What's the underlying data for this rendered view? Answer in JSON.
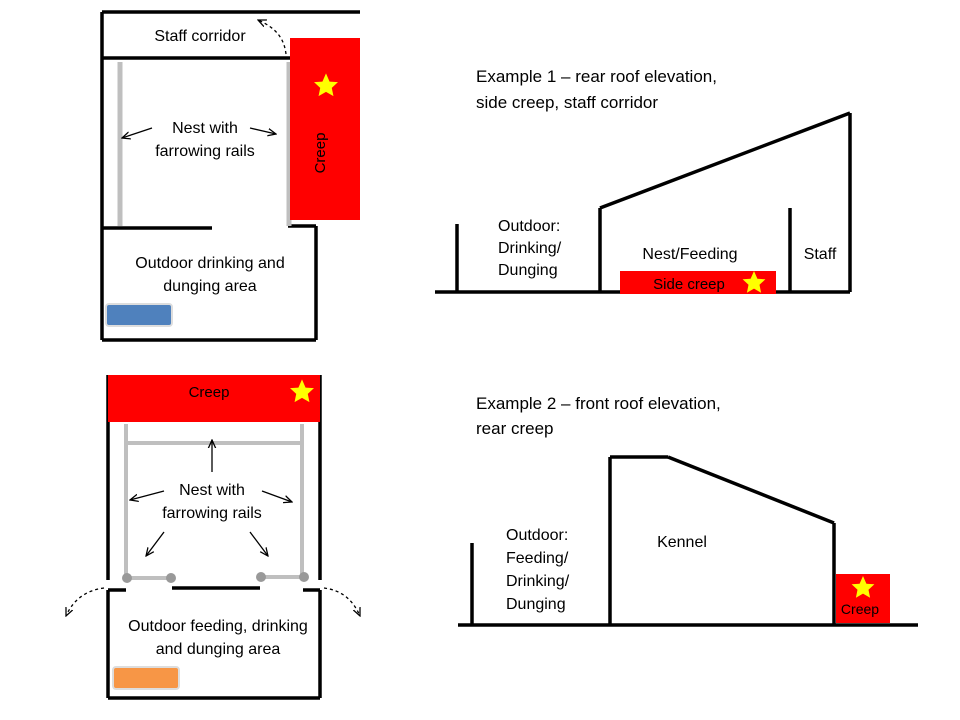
{
  "colors": {
    "line": "#000000",
    "rail": "#bfbfbf",
    "creep": "#ff0000",
    "star": "#ffff00",
    "swatch1": "#4f81bd",
    "swatch2": "#f79646",
    "dashed": "#000000"
  },
  "example1_plan": {
    "corridor_label": "Staff corridor",
    "creep_label": "Creep",
    "nest_label_line1": "Nest with",
    "nest_label_line2": "farrowing rails",
    "outdoor_label_line1": "Outdoor drinking and",
    "outdoor_label_line2": "dunging area",
    "creep_icon": "star-icon"
  },
  "example1_elevation": {
    "caption_line1": "Example 1 – rear roof elevation,",
    "caption_line2": "side creep, staff corridor",
    "outdoor_line1": "Outdoor:",
    "outdoor_line2": "Drinking/",
    "outdoor_line3": "Dunging",
    "nest_label": "Nest/Feeding",
    "staff_label": "Staff",
    "creep_label": "Side creep",
    "creep_icon": "star-icon"
  },
  "example2_plan": {
    "creep_label": "Creep",
    "nest_label_line1": "Nest with",
    "nest_label_line2": "farrowing rails",
    "outdoor_label_line1": "Outdoor feeding, drinking",
    "outdoor_label_line2": "and dunging area",
    "creep_icon": "star-icon"
  },
  "example2_elevation": {
    "caption_line1": "Example 2 – front roof elevation,",
    "caption_line2": "rear creep",
    "outdoor_line1": "Outdoor:",
    "outdoor_line2": "Feeding/",
    "outdoor_line3": "Drinking/",
    "outdoor_line4": "Dunging",
    "kennel_label": "Kennel",
    "creep_label": "Creep",
    "creep_icon": "star-icon"
  }
}
